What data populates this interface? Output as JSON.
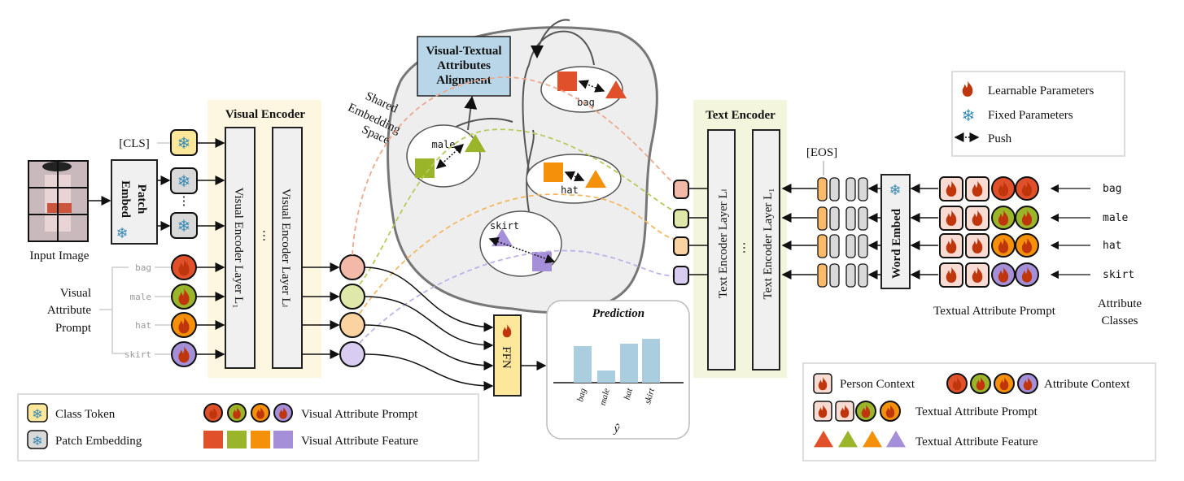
{
  "colors": {
    "visual_encoder_bg": "#fdf6e0",
    "text_encoder_bg": "#f3f5dc",
    "alignment_box": "#b8d6e8",
    "class_token": "#fde79a",
    "patch_token": "#d9d9d9",
    "flame": "#c0360c",
    "snowflake": "#3a8bb5",
    "bag": "#e0502a",
    "male": "#9ab52a",
    "hat": "#f5900a",
    "skirt": "#a58fd8",
    "bar": "#aacde0"
  },
  "input_image": {
    "label": "Input Image"
  },
  "cls_label": "[CLS]",
  "eos_label": "[EOS]",
  "patch_embed": {
    "label_line1": "Patch",
    "label_line2": "Embed",
    "icon": "snowflake-icon"
  },
  "visual_encoder": {
    "title": "Visual Encoder",
    "layer_first": "Visual Encoder Layer  L₁",
    "layer_last": "Visual Encoder Layer  Lₗ",
    "ellipsis": "⋯"
  },
  "visual_attribute_prompt": {
    "label_line1": "Visual",
    "label_line2": "Attribute",
    "label_line3": "Prompt",
    "items": [
      "bag",
      "male",
      "hat",
      "skirt"
    ]
  },
  "shared_space": {
    "label_line1": "Shared",
    "label_line2": "Embedding",
    "label_line3": "Space",
    "pairs": [
      "bag",
      "male",
      "hat",
      "skirt"
    ]
  },
  "alignment": {
    "line1": "Visual-Textual",
    "line2": "Attributes",
    "line3": "Alignment"
  },
  "ffn": {
    "label": "FFN"
  },
  "prediction": {
    "title": "Prediction",
    "yhat": "ŷ",
    "chart_data": {
      "type": "bar",
      "categories": [
        "bag",
        "male",
        "hat",
        "skirt"
      ],
      "values": [
        0.75,
        0.25,
        0.8,
        0.9
      ],
      "ylim": [
        0,
        1
      ]
    }
  },
  "text_encoder": {
    "title": "Text Encoder",
    "layer_last": "Text Encoder Layer  Lₗ",
    "layer_first": "Text Encoder Layer  L₁",
    "ellipsis": "⋯"
  },
  "word_embed": {
    "label": "Word Embed"
  },
  "textual_attribute_prompt": {
    "label": "Textual Attribute Prompt"
  },
  "attribute_classes": {
    "label_line1": "Attribute",
    "label_line2": "Classes",
    "items": [
      "bag",
      "male",
      "hat",
      "skirt"
    ]
  },
  "legend_top": {
    "learnable": "Learnable Parameters",
    "fixed": "Fixed Parameters",
    "push": "Push"
  },
  "legend_bottom_left": {
    "class_token": "Class Token",
    "patch_embedding": "Patch Embedding",
    "visual_attribute_prompt": "Visual Attribute Prompt",
    "visual_attribute_feature": "Visual Attribute Feature"
  },
  "legend_bottom_right": {
    "person_context": "Person Context",
    "attribute_context": "Attribute Context",
    "textual_attribute_prompt": "Textual Attribute Prompt",
    "textual_attribute_feature": "Textual Attribute Feature"
  }
}
